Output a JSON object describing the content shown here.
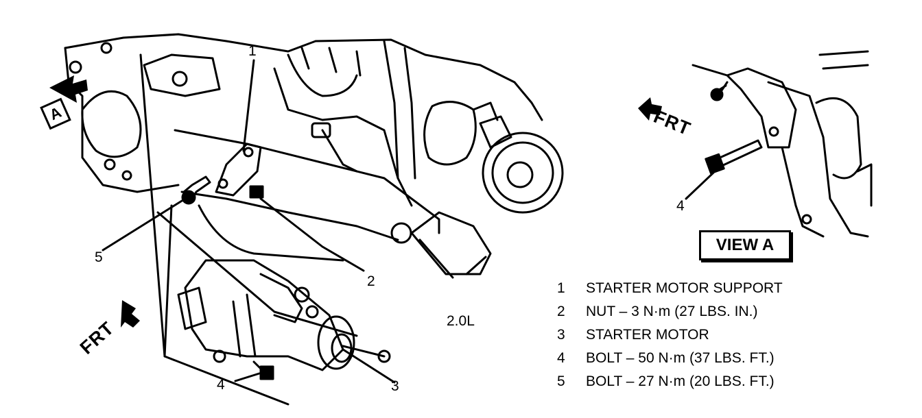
{
  "callouts": {
    "c1": "1",
    "c2": "2",
    "c3": "3",
    "c4_main": "4",
    "c5": "5",
    "c4_view": "4"
  },
  "labels": {
    "engine": "2.0L",
    "frt_view": "FRT",
    "frt_main": "FRT",
    "view_a": "VIEW A",
    "view_marker": "A"
  },
  "legend": [
    {
      "num": "1",
      "text": "STARTER MOTOR SUPPORT"
    },
    {
      "num": "2",
      "text": "NUT – 3 N·m (27 LBS. IN.)"
    },
    {
      "num": "3",
      "text": "STARTER MOTOR"
    },
    {
      "num": "4",
      "text": "BOLT – 50 N·m (37 LBS. FT.)"
    },
    {
      "num": "5",
      "text": "BOLT – 27 N·m (20 LBS. FT.)"
    }
  ]
}
